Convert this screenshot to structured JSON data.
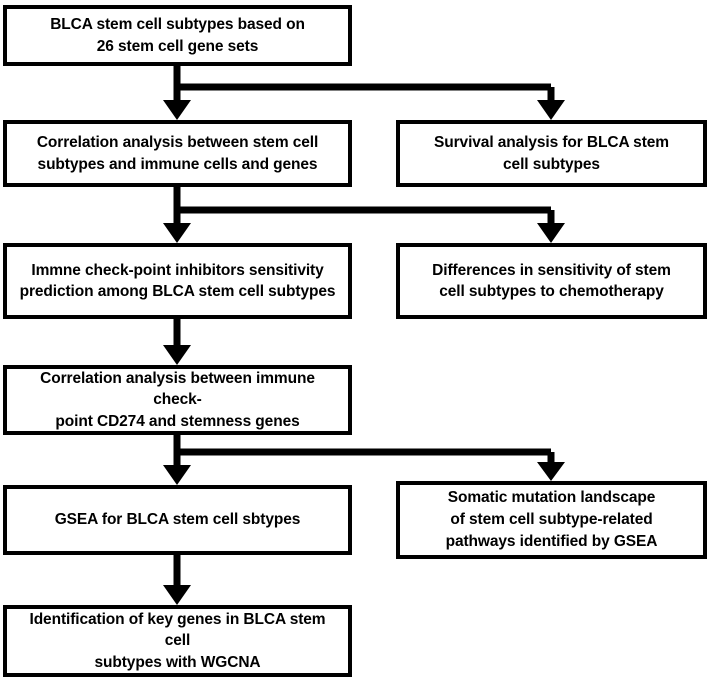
{
  "diagram": {
    "title": "BLCA stem cell subtype analysis workflow",
    "type": "flowchart",
    "orientation": "top-to-bottom",
    "stroke_color": "#000000",
    "fill_color": "#ffffff",
    "nodes": [
      {
        "id": "root",
        "label": "BLCA  stem cell subtypes based on\n26  stem cell gene sets",
        "column": "left",
        "row": 1
      },
      {
        "id": "correlation",
        "label": "Correlation analysis between stem cell\nsubtypes and immune cells and genes",
        "column": "left",
        "row": 2
      },
      {
        "id": "survival",
        "label": "Survival analysis for BLCA stem\ncell subtypes",
        "column": "right",
        "row": 2
      },
      {
        "id": "icb",
        "label": "Immne check-point inhibitors sensitivity\nprediction among BLCA stem cell subtypes",
        "column": "left",
        "row": 3
      },
      {
        "id": "chemo",
        "label": "Differences in sensitivity of stem\ncell subtypes to chemotherapy",
        "column": "right",
        "row": 3
      },
      {
        "id": "cd274",
        "label": "Correlation analysis between immune check-\npoint CD274 and stemness genes",
        "column": "left",
        "row": 4
      },
      {
        "id": "gsea",
        "label": "GSEA for BLCA stem cell sbtypes",
        "column": "left",
        "row": 5
      },
      {
        "id": "somatic",
        "label": "Somatic mutation landscape\nof stem cell subtype-related\npathways identified by GSEA",
        "column": "right",
        "row": 5
      },
      {
        "id": "wgcna",
        "label": "Identification of key genes in BLCA stem cell\nsubtypes with WGCNA",
        "column": "left",
        "row": 6
      }
    ],
    "edges": [
      {
        "from": "root",
        "to": "correlation",
        "shape": "straight-down",
        "arrow": "down"
      },
      {
        "from": "root",
        "to": "survival",
        "shape": "elbow-right",
        "arrow": "down"
      },
      {
        "from": "correlation",
        "to": "icb",
        "shape": "straight-down",
        "arrow": "down"
      },
      {
        "from": "correlation",
        "to": "chemo",
        "shape": "elbow-right",
        "arrow": "down"
      },
      {
        "from": "icb",
        "to": "cd274",
        "shape": "straight-down",
        "arrow": "down"
      },
      {
        "from": "cd274",
        "to": "gsea",
        "shape": "straight-down",
        "arrow": "down"
      },
      {
        "from": "cd274",
        "to": "somatic",
        "shape": "elbow-right",
        "arrow": "down"
      },
      {
        "from": "gsea",
        "to": "wgcna",
        "shape": "straight-down",
        "arrow": "down"
      }
    ]
  }
}
